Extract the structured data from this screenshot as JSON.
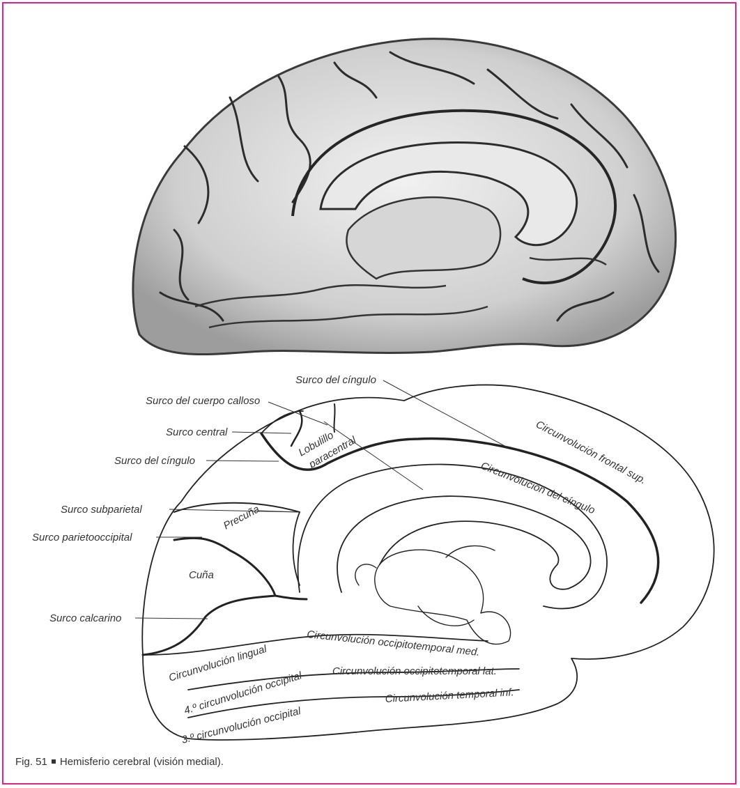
{
  "figure": {
    "caption_number": "Fig. 51",
    "caption_text": "Hemisferio cerebral (visión medial)."
  },
  "colors": {
    "frame": "#e0218a",
    "ink": "#222222",
    "label": "#333333"
  },
  "labels": {
    "surco_cingulo_top": "Surco del cíngulo",
    "surco_cuerpo_calloso": "Surco del cuerpo calloso",
    "surco_central": "Surco central",
    "surco_cingulo_left": "Surco del cíngulo",
    "surco_subparietal": "Surco subparietal",
    "surco_parietooccipital": "Surco parietooccipital",
    "surco_calcarino": "Surco calcarino",
    "lobulillo": "Lobulillo",
    "paracentral": "paracentral",
    "precuna": "Precuña",
    "cuna": "Cuña",
    "circ_frontal_sup": "Circunvolución frontal sup.",
    "circ_cingulo": "Circunvolución del cíngulo",
    "circ_lingual": "Circunvolución lingual",
    "circ_occipitotemporal_med": "Circunvolución occipitotemporal med.",
    "circ_occipitotemporal_lat": "Circunvolución occipitotemporal lat.",
    "circ_4_occipital": "4.º circunvolución occipital",
    "circ_3_occipital": "3.º circunvolución occipital",
    "circ_temporal_inf": "Circunvolución temporal inf."
  }
}
